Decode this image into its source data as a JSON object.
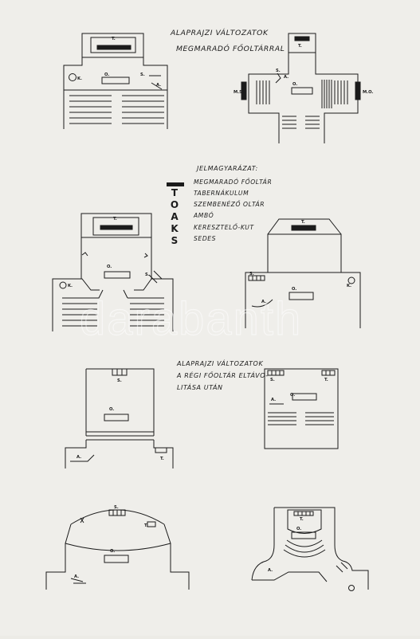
{
  "heading_1": [
    "ALAPRAJZI VÁLTOZATOK",
    "MEGMARADÓ FŐOLTÁRRAL"
  ],
  "legend": {
    "title": "JELMAGYARÁZAT:",
    "rows": [
      {
        "symbol": "",
        "text": "MEGMARADÓ FŐOLTÁR"
      },
      {
        "symbol": "T",
        "text": "TABERNÁKULUM"
      },
      {
        "symbol": "O",
        "text": "SZEMBENÉZŐ OLTÁR"
      },
      {
        "symbol": "A",
        "text": "AMBÓ"
      },
      {
        "symbol": "K",
        "text": "KERESZTELŐ-KUT"
      },
      {
        "symbol": "S",
        "text": "SEDES"
      }
    ]
  },
  "heading_2": [
    "ALAPRAJZI VÁLTOZATOK",
    "A RÉGI FŐOLTÁR ELTÁVO-",
    "LITÁSA UTÁN"
  ],
  "marks": {
    "T": "T.",
    "O": "O.",
    "A": "A.",
    "S": "S.",
    "K": "K.",
    "MS": "M.S.",
    "MO": "M.O."
  },
  "watermark": "darabanth",
  "colors": {
    "paper": "#efeeea",
    "ink": "#1b1b1b",
    "watermark": "#ffffff"
  }
}
